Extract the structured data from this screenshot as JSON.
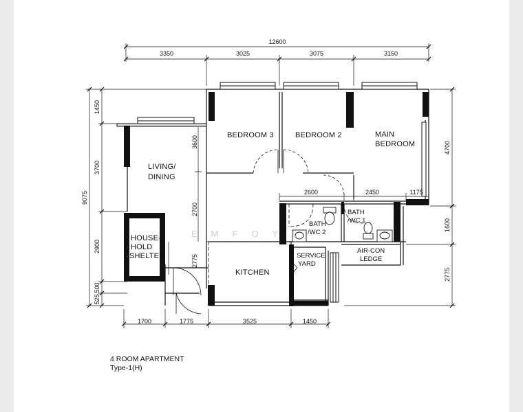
{
  "dimensions": {
    "overall_width": "12600",
    "top": [
      "3350",
      "3025",
      "3075",
      "3150"
    ],
    "bottom": [
      "1700",
      "1775",
      "3525",
      "1450"
    ],
    "left_total": "9075",
    "left": [
      "1450",
      "3700",
      "2900",
      "500",
      "525"
    ],
    "right": [
      "4700",
      "1600",
      "2775"
    ],
    "interior": {
      "living_top": "3600",
      "living_mid": "2700",
      "shelter_side": "2775",
      "bath2_width": "2600",
      "bath1_width": "2450",
      "main_bed_offset": "1175"
    }
  },
  "rooms": {
    "bedroom3": "BEDROOM 3",
    "bedroom2": "BEDROOM 2",
    "main_bedroom_1": "MAIN",
    "main_bedroom_2": "BEDROOM",
    "living_1": "LIVING/",
    "living_2": "DINING",
    "shelter_1": "HOUSE-",
    "shelter_2": "HOLD",
    "shelter_3": "SHELTER",
    "bath2_1": "BATH",
    "bath2_2": "/WC 2",
    "bath1_1": "BATH",
    "bath1_2": "/WC 1",
    "service_1": "SERVICE",
    "service_2": "YARD",
    "aircon_1": "AIR-CON",
    "aircon_2": "LEDGE",
    "kitchen": "KITCHEN"
  },
  "watermark": "EMFOYL",
  "caption": {
    "line1": "4 ROOM APARTMENT",
    "line2": "Type-1(H)"
  }
}
